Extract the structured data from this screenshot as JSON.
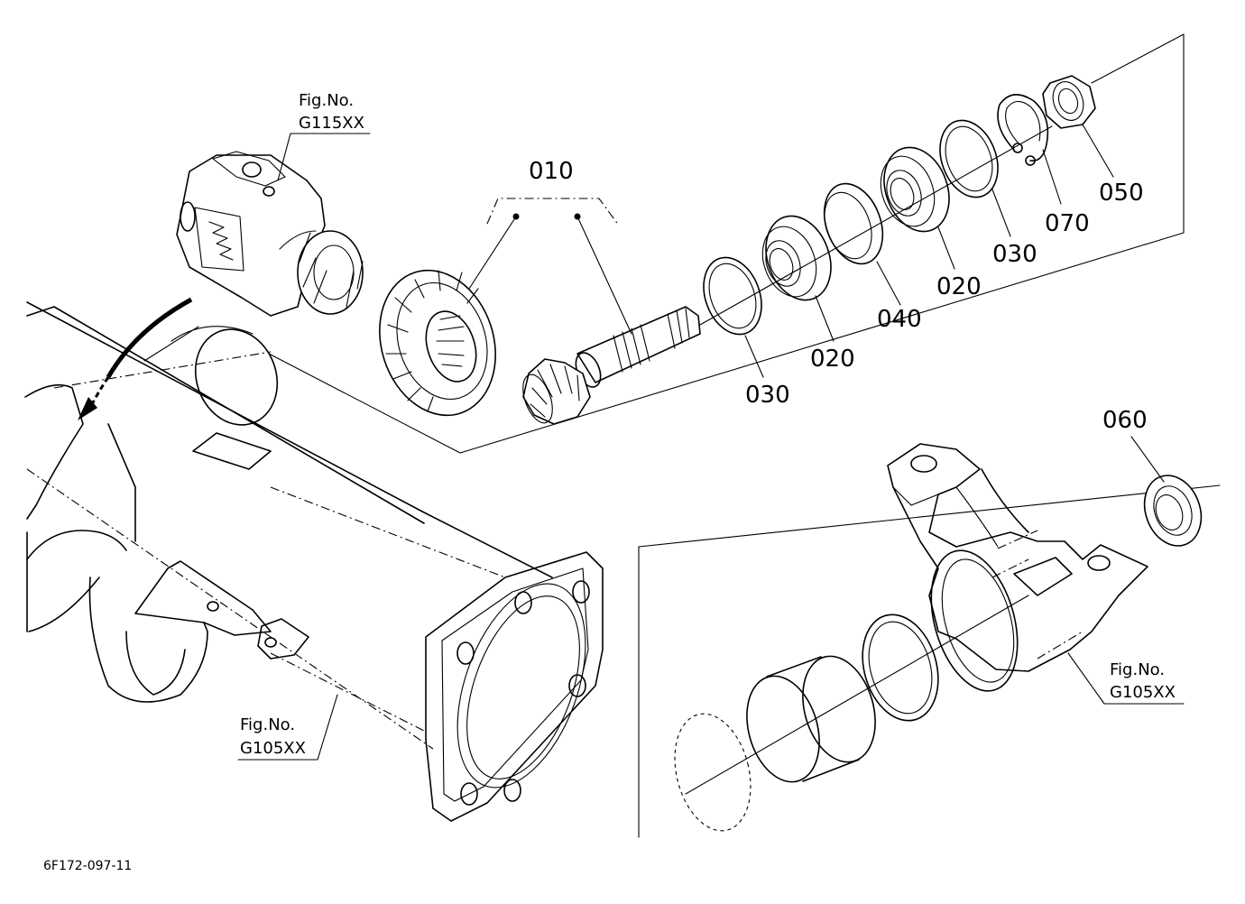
{
  "diagram_code": "6F172-097-11",
  "figure_refs": {
    "top": {
      "line1": "Fig.No.",
      "line2": "G115XX"
    },
    "bottom_left": {
      "line1": "Fig.No.",
      "line2": "G105XX"
    },
    "bottom_right": {
      "line1": "Fig.No.",
      "line2": "G105XX"
    }
  },
  "part_labels": {
    "p010": "010",
    "p030_shaft": "030",
    "p020_shaft": "020",
    "p040": "040",
    "p020_upper": "020",
    "p030_upper": "030",
    "p070": "070",
    "p050": "050",
    "p060": "060"
  }
}
